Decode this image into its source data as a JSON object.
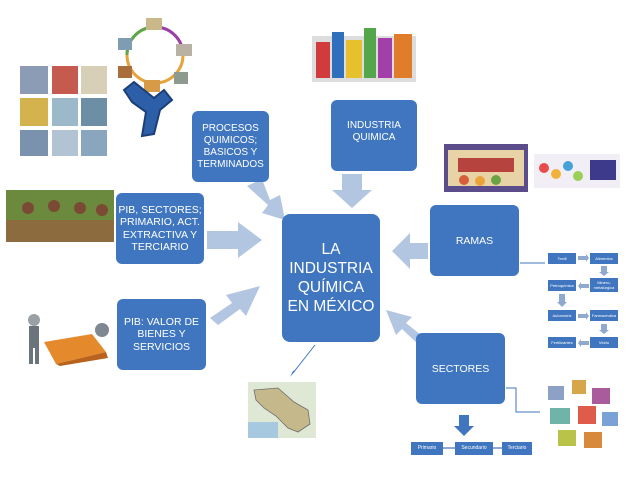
{
  "center": {
    "label": "LA\nINDUSTRIA\nQUÍMICA\nEN MÉXICO"
  },
  "nodes": {
    "procesos": "PROCESOS\nQUIMICOS;\nBASICOS Y\nTERMINADOS",
    "industria": "INDUSTRIA\nQUIMICA",
    "pib_sectores": "PIB, SECTORES;\nPRIMARIO, ACT.\nEXTRACTIVA Y\nTERCIARIO",
    "pib_valor": "PIB: VALOR DE\nBIENES Y\nSERVICIOS",
    "ramas": "RAMAS",
    "sectores": "SECTORES"
  },
  "ramas_items": [
    "Textil",
    "Alimentos",
    "Petroquímica",
    "Minero-metalúrgica",
    "Automotriz",
    "Farmacéutica",
    "Fertilizantes",
    "Vidrio"
  ],
  "sectores_items": [
    "Primario",
    "Secundario",
    "Terciario"
  ],
  "colors": {
    "node": "#3f76bf",
    "arrow": "#b7c9e2",
    "arrow_dark": "#8fa9cf"
  }
}
